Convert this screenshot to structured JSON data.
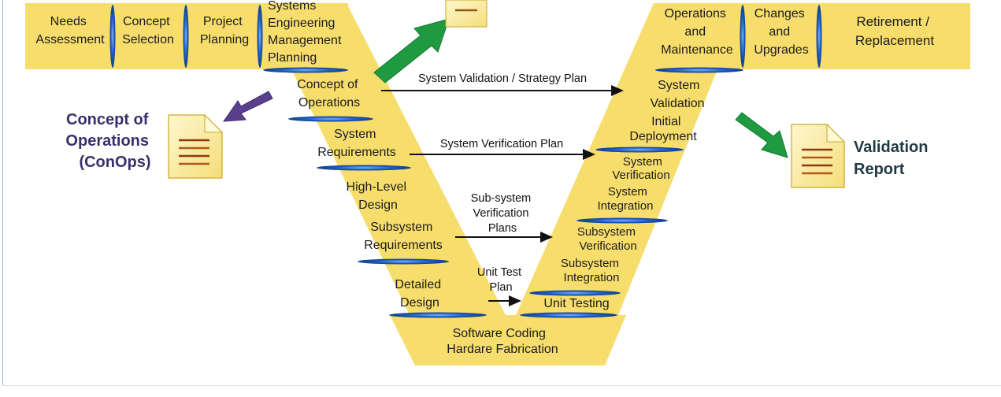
{
  "top_band_left": {
    "needs_assessment": [
      "Needs",
      "Assessment"
    ],
    "concept_selection": [
      "Concept",
      "Selection"
    ],
    "project_planning": [
      "Project",
      "Planning"
    ],
    "sem_planning": [
      "Systems",
      "Engineering",
      "Management",
      "Planning"
    ]
  },
  "top_band_right": {
    "operations_maintenance": [
      "Operations",
      "and",
      "Maintenance"
    ],
    "changes_upgrades": [
      "Changes",
      "and",
      "Upgrades"
    ],
    "retirement_replacement": [
      "Retirement /",
      "Replacement"
    ]
  },
  "left_leg": [
    [
      "Concept of",
      "Operations"
    ],
    [
      "System",
      "Requirements"
    ],
    [
      "High-Level",
      "Design"
    ],
    [
      "Subsystem",
      "Requirements"
    ],
    [
      "Detailed",
      "Design"
    ]
  ],
  "bottom": [
    "Software Coding",
    "Hardare Fabrication"
  ],
  "right_leg": [
    [
      "System",
      "Validation"
    ],
    [
      "Initial",
      "Deployment"
    ],
    [
      "System",
      "Verification"
    ],
    [
      "System",
      "Integration"
    ],
    [
      "Subsystem",
      "Verification"
    ],
    [
      "Subsystem",
      "Integration"
    ],
    [
      "Unit Testing"
    ]
  ],
  "plan_arrows": {
    "validation_plan": "System Validation / Strategy Plan",
    "verification_plan": "System Verification Plan",
    "subsystem_plan": [
      "Sub-system",
      "Verification",
      "Plans"
    ],
    "unit_test_plan": [
      "Unit Test",
      "Plan"
    ]
  },
  "documents": {
    "conops": [
      "Concept of",
      "Operations",
      "(ConOps)"
    ],
    "validation_report": [
      "Validation",
      "Report"
    ]
  },
  "colors": {
    "band_fill": "#f7dd6c",
    "band_stroke": "#f1cf4a",
    "separator_blue": "#1c5dbd",
    "green_arrow": "#1f9a40",
    "purple_arrow": "#5a3f8f",
    "doc_fill": "#fdf1b4"
  }
}
